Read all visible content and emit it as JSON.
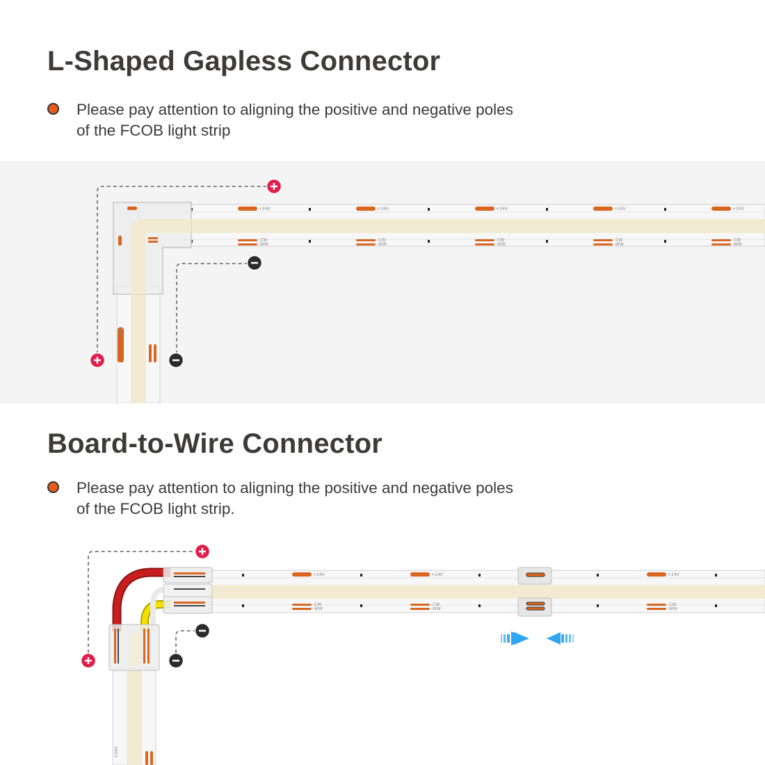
{
  "section1": {
    "title": "L-Shaped Gapless Connector",
    "note_line1": "Please pay attention to aligning the positive and negative poles",
    "note_line2": "of the FCOB light strip"
  },
  "section2": {
    "title": "Board-to-Wire Connector",
    "note_line1": "Please pay attention to aligning the positive and negative poles",
    "note_line2": "of the FCOB light strip."
  },
  "strip_labels": {
    "pos": "+24V",
    "cw": "-CW",
    "ww": "-WW"
  },
  "colors": {
    "bullet": "#e95b1c",
    "plus_marker": "#e01e4a",
    "minus_marker": "#2b2b2b",
    "strip_light": "#f3ebd1",
    "pad": "#d9651f",
    "wire_red": "#c81e1e",
    "wire_yellow": "#f2e000",
    "arrow": "#2fa7ee"
  },
  "icons": [
    "plus-marker-icon",
    "minus-marker-icon",
    "arrow-right-icon",
    "arrow-left-icon"
  ]
}
